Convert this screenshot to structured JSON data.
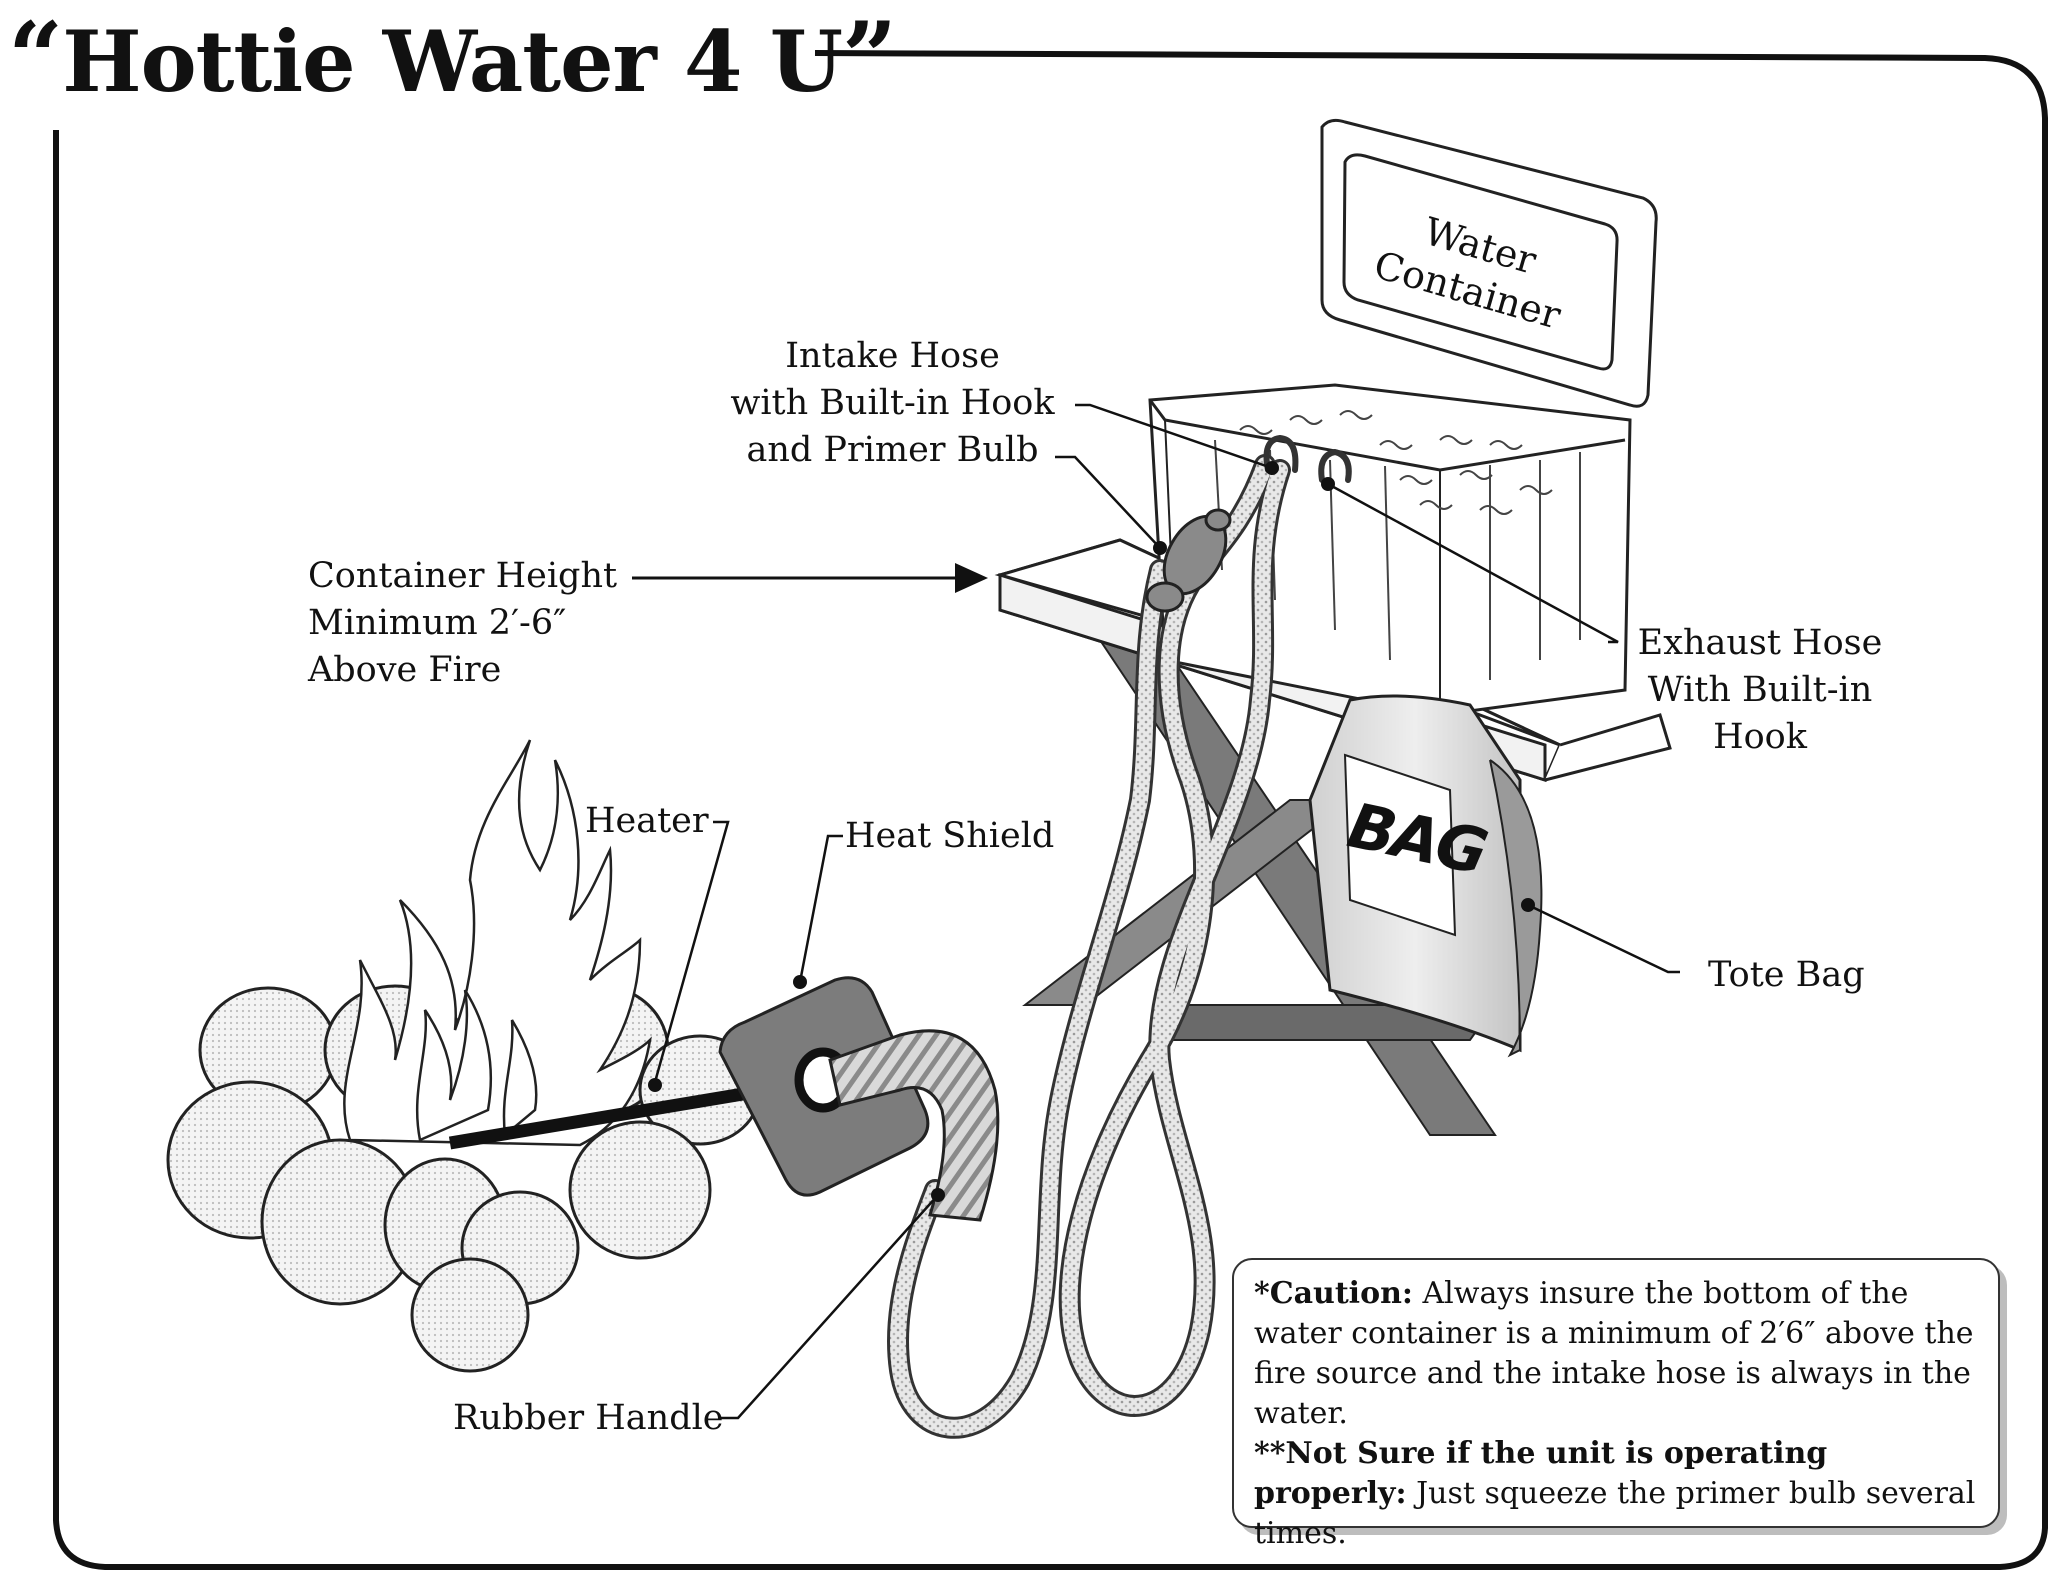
{
  "title": {
    "open_quote": "“",
    "text": "Hottie Water 4 U",
    "close_quote": "”"
  },
  "labels": {
    "water_container": [
      "Water",
      "Container"
    ],
    "intake_hose": [
      "Intake Hose",
      "with Built-in Hook",
      "and Primer Bulb"
    ],
    "container_height": [
      "Container Height",
      "Minimum 2′-6″",
      "Above Fire"
    ],
    "exhaust_hose": [
      "Exhaust Hose",
      "With Built-in",
      "Hook"
    ],
    "heater": "Heater",
    "heat_shield": "Heat Shield",
    "bag": "BAG",
    "tote_bag": "Tote Bag",
    "rubber_handle": "Rubber Handle"
  },
  "caution": {
    "caution_lead": "*Caution:",
    "caution_text": "Always insure the bottom of the water container is a minimum of 2′6″ above the fire source and the intake hose is always in the water.",
    "note_lead": "**Not Sure if the unit is operating properly:",
    "note_text": "Just squeeze the primer bulb several times."
  }
}
